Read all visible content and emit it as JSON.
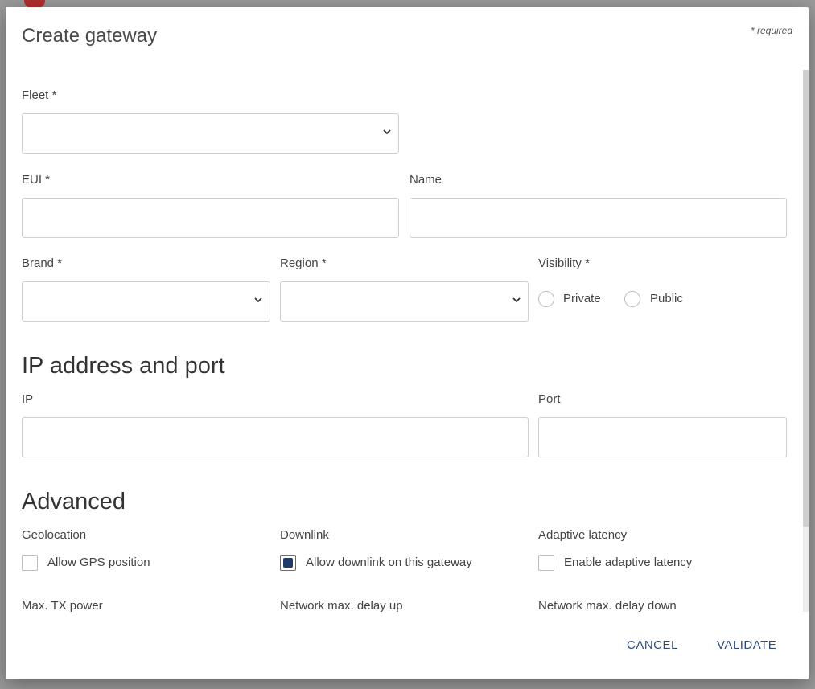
{
  "dialog": {
    "title": "Create gateway",
    "required_note": "* required"
  },
  "form": {
    "fleet_label": "Fleet *",
    "eui_label": "EUI *",
    "name_label": "Name",
    "brand_label": "Brand *",
    "region_label": "Region *",
    "visibility_label": "Visibility *",
    "visibility_options": [
      "Private",
      "Public"
    ]
  },
  "ip_section": {
    "title": "IP address and port",
    "ip_label": "IP",
    "port_label": "Port"
  },
  "advanced": {
    "title": "Advanced",
    "geolocation_label": "Geolocation",
    "geolocation_checkbox": "Allow GPS position",
    "geolocation_checked": false,
    "downlink_label": "Downlink",
    "downlink_checkbox": "Allow downlink on this gateway",
    "downlink_checked": true,
    "adaptive_label": "Adaptive latency",
    "adaptive_checkbox": "Enable adaptive latency",
    "adaptive_checked": false,
    "max_tx_label": "Max. TX power",
    "delay_up_label": "Network max. delay up",
    "delay_down_label": "Network max. delay down"
  },
  "actions": {
    "cancel": "CANCEL",
    "validate": "VALIDATE"
  },
  "colors": {
    "accent": "#2f4c7a",
    "checkbox_fill": "#1f3a68"
  }
}
